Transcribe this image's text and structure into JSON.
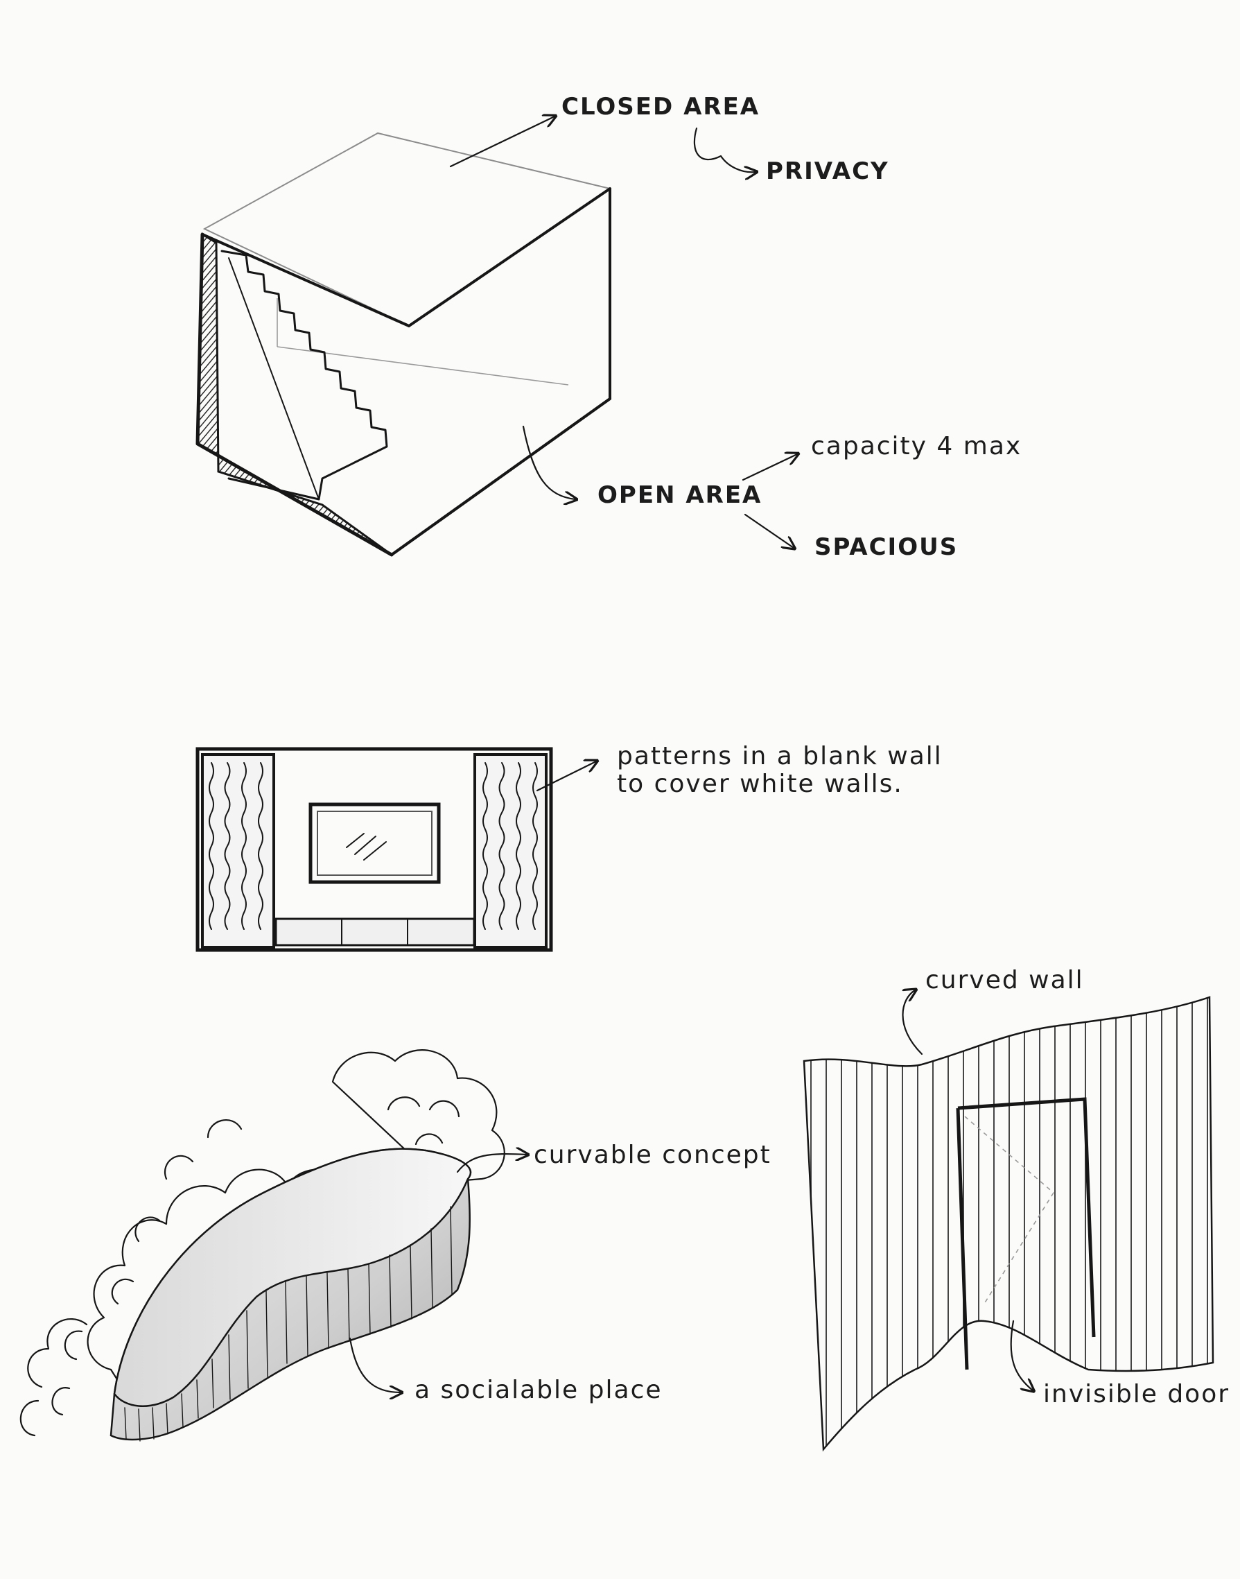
{
  "sketches": {
    "cube": {
      "label_closed_area": "CLOSED AREA",
      "label_privacy": "PRIVACY",
      "label_open_area": "OPEN AREA",
      "label_capacity": "capacity 4 max",
      "label_spacious": "SPACIOUS"
    },
    "wall_panel": {
      "label_patterns_line1": "patterns in a blank wall",
      "label_patterns_line2": "to cover white walls."
    },
    "curved_bench": {
      "label_curvable": "curvable concept",
      "label_sociable": "a socialable place"
    },
    "curved_wall": {
      "label_curved_wall": "curved wall",
      "label_invisible_door": "invisible door"
    }
  }
}
